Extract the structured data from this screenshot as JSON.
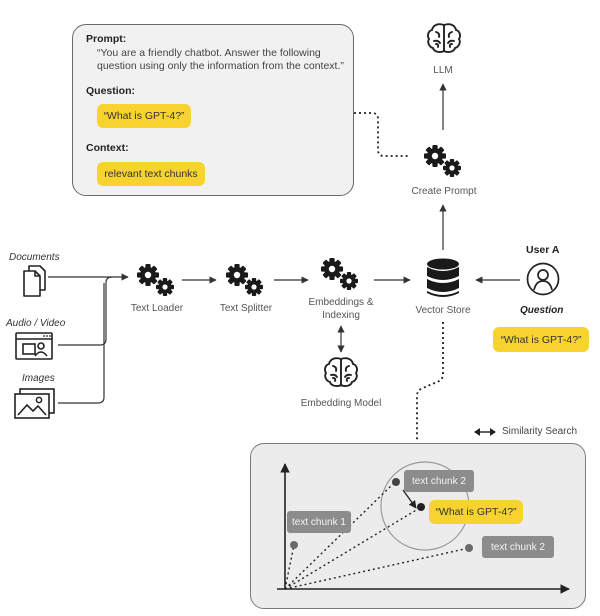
{
  "prompt_card": {
    "prompt_heading": "Prompt:",
    "prompt_text_1": "“You are a friendly chatbot. Answer the following",
    "prompt_text_2": "question using only the information from the context.”",
    "question_heading": "Question:",
    "question_value": "“What is GPT-4?”",
    "context_heading": "Context:",
    "context_value": "relevant text chunks"
  },
  "nodes": {
    "llm": "LLM",
    "create_prompt": "Create Prompt",
    "text_loader": "Text Loader",
    "text_splitter": "Text Splitter",
    "embeddings_1": "Embeddings &",
    "embeddings_2": "Indexing",
    "vector_store": "Vector Store",
    "embedding_model": "Embedding Model",
    "user": "User A",
    "question_label": "Question",
    "question_value": "“What is GPT-4?”"
  },
  "sources": {
    "documents": "Documents",
    "audio_video": "Audio / Video",
    "images": "Images"
  },
  "similarity": {
    "legend": "Similarity Search",
    "chunk_1": "text chunk 1",
    "chunk_2_top": "text chunk 2",
    "chunk_2_right": "text chunk 2",
    "query": "“What is GPT-4?”"
  },
  "colors": {
    "accent_yellow": "#f7d330",
    "chunk_gray": "#8c8c8c",
    "card_bg": "#f1f1f1"
  },
  "icons": [
    "brain-icon",
    "gears-icon",
    "database-icon",
    "user-icon",
    "document-icon",
    "video-call-icon",
    "image-icon"
  ]
}
